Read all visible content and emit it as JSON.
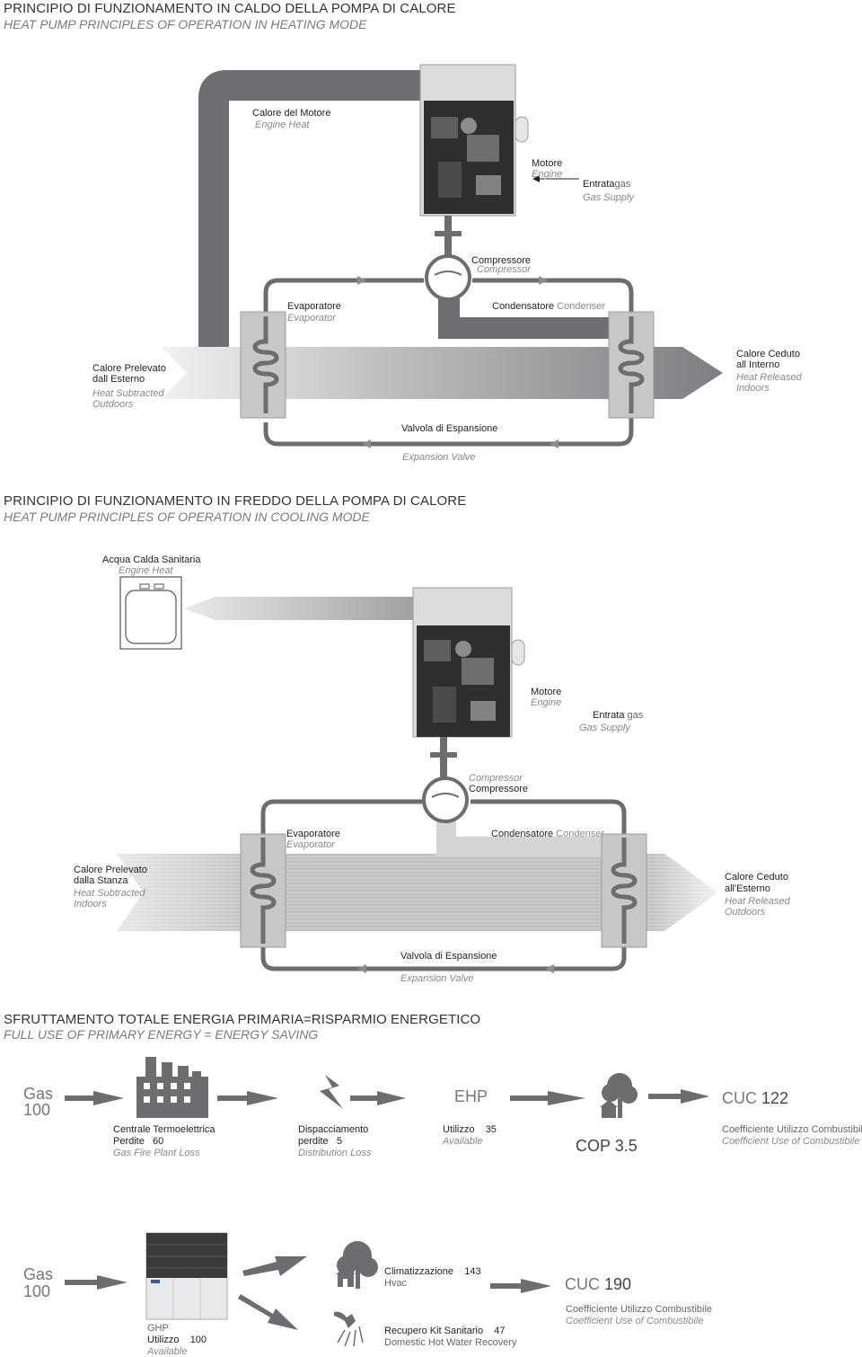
{
  "heating": {
    "title_it": "PRINCIPIO DI FUNZIONAMENTO IN CALDO DELLA POMPA DI CALORE",
    "title_en": "HEAT PUMP PRINCIPLES OF OPERATION IN HEATING MODE",
    "engine_heat_it": "Calore del Motore",
    "engine_heat_en": "Engine Heat",
    "motor_it": "Motore",
    "motor_en": "Engine",
    "gas_it_a": "Entrata",
    "gas_it_b": "gas",
    "gas_en": "Gas Supply",
    "compressor_it": "Compressore",
    "compressor_en": "Compressor",
    "evaporator_it": "Evaporatore",
    "evaporator_en": "Evaporator",
    "condenser_it": "Condensatore",
    "condenser_en": "Condenser",
    "left_it_1": "Calore Prelevato",
    "left_it_2": "dall Esterno",
    "left_en_1": "Heat Subtracted",
    "left_en_2": "Outdoors",
    "right_it_1": "Calore Ceduto",
    "right_it_2": "all Interno",
    "right_en_1": "Heat Released",
    "right_en_2": "Indoors",
    "valve_it": "Valvola di Espansione",
    "valve_en": "Expansion Valve"
  },
  "cooling": {
    "title_it": "PRINCIPIO DI FUNZIONAMENTO IN FREDDO DELLA POMPA DI CALORE",
    "title_en": "HEAT PUMP PRINCIPLES OF OPERATION IN COOLING MODE",
    "water_it": "Acqua Calda Sanitaria",
    "water_en": "Engine Heat",
    "motor_it": "Motore",
    "motor_en": "Engine",
    "gas_it_a": "Entrata",
    "gas_it_b": "gas",
    "gas_en": "Gas Supply",
    "compressor_en": "Compressor",
    "compressor_it": "Compressore",
    "evaporator_it": "Evaporatore",
    "evaporator_en": "Evaporator",
    "condenser_it": "Condensatore",
    "condenser_en": "Condenser",
    "left_it_1": "Calore Prelevato",
    "left_it_2": "dalla Stanza",
    "left_en_1": "Heat Subtracted",
    "left_en_2": "Indoors",
    "right_it_1": "Calore Ceduto",
    "right_it_2": "all'Esterno",
    "right_en_1": "Heat Released",
    "right_en_2": "Outdoors",
    "valve_it": "Valvola di Espansione",
    "valve_en": "Expansion Valve"
  },
  "energy": {
    "title_it": "SFRUTTAMENTO TOTALE ENERGIA PRIMARIA=RISPARMIO ENERGETICO",
    "title_en": "FULL USE OF PRIMARY ENERGY = ENERGY SAVING",
    "gas_label": "Gas",
    "gas_value": "100",
    "plant_it": "Centrale Termoelettrica",
    "plant_loss_label": "Perdite",
    "plant_loss_value": "60",
    "plant_en": "Gas Fire Plant Loss",
    "dist_it": "Dispacciamento",
    "dist_loss_label": "perdite",
    "dist_loss_value": "5",
    "dist_en": "Distribution Loss",
    "ehp_label": "EHP",
    "use_label": "Utilizzo",
    "use_value": "35",
    "use_en": "Available",
    "cop_label": "COP",
    "cop_value": "3.5",
    "cuc_label": "CUC",
    "cuc_value": "122",
    "cuc_it": "Coefficiente Utilizzo Combustibile",
    "cuc_en": "Coefficient Use of Combustibile"
  },
  "ghp": {
    "gas_label": "Gas",
    "gas_value": "100",
    "unit_label": "GHP",
    "use_label": "Utilizzo",
    "use_value": "100",
    "use_en": "Available",
    "clima_label": "Climatizzazione",
    "clima_value": "143",
    "clima_en": "Hvac",
    "kit_label": "Recupero Kit Sanitario",
    "kit_value": "47",
    "kit_en": "Domestic Hot Water Recovery",
    "cuc_label": "CUC",
    "cuc_value": "190",
    "cuc_it": "Coefficiente Utilizzo Combustibile",
    "cuc_en": "Coefficient Use of Combustibile"
  },
  "colors": {
    "pipe_dark": "#6d6f72",
    "pipe_light": "#c9cacb",
    "coil_box": "#c6c7c9",
    "line": "#6b6d70",
    "arrow": "#8a8c8f"
  }
}
